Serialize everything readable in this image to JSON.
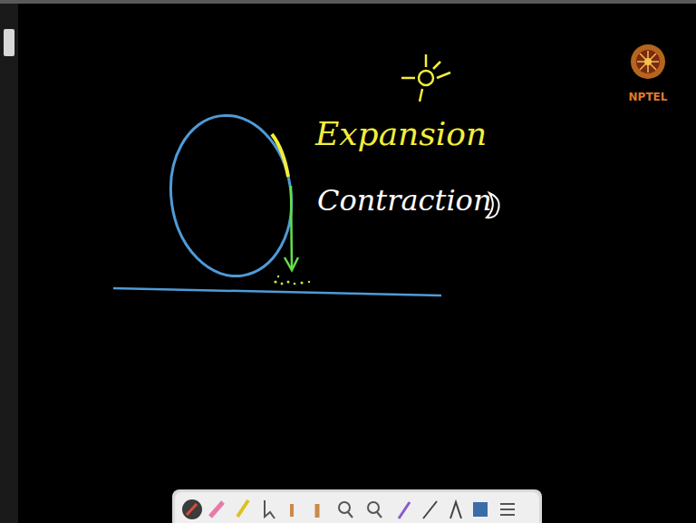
{
  "diagram": {
    "labels": [
      "NPTEL",
      "Expansion",
      "Contraction"
    ]
  }
}
